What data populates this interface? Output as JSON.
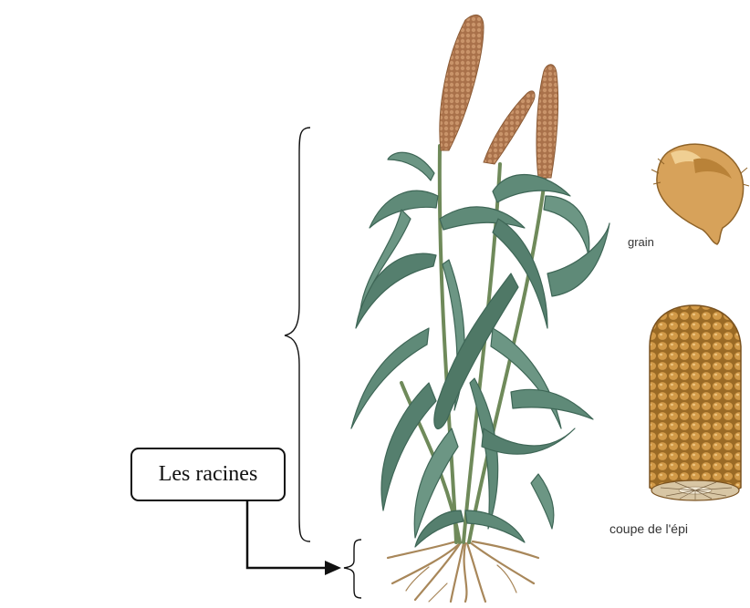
{
  "labels": {
    "roots_box": "Les racines",
    "grain_caption": "grain",
    "section_caption": "coupe de l'épi"
  },
  "colors": {
    "leaf": "#5f8a78",
    "leaf_dark": "#3e6656",
    "stem": "#6f8a5a",
    "spike": "#b9835a",
    "grain": "#d7a25a",
    "section": "#c28a36",
    "root": "#a8875a",
    "line": "#111111"
  }
}
